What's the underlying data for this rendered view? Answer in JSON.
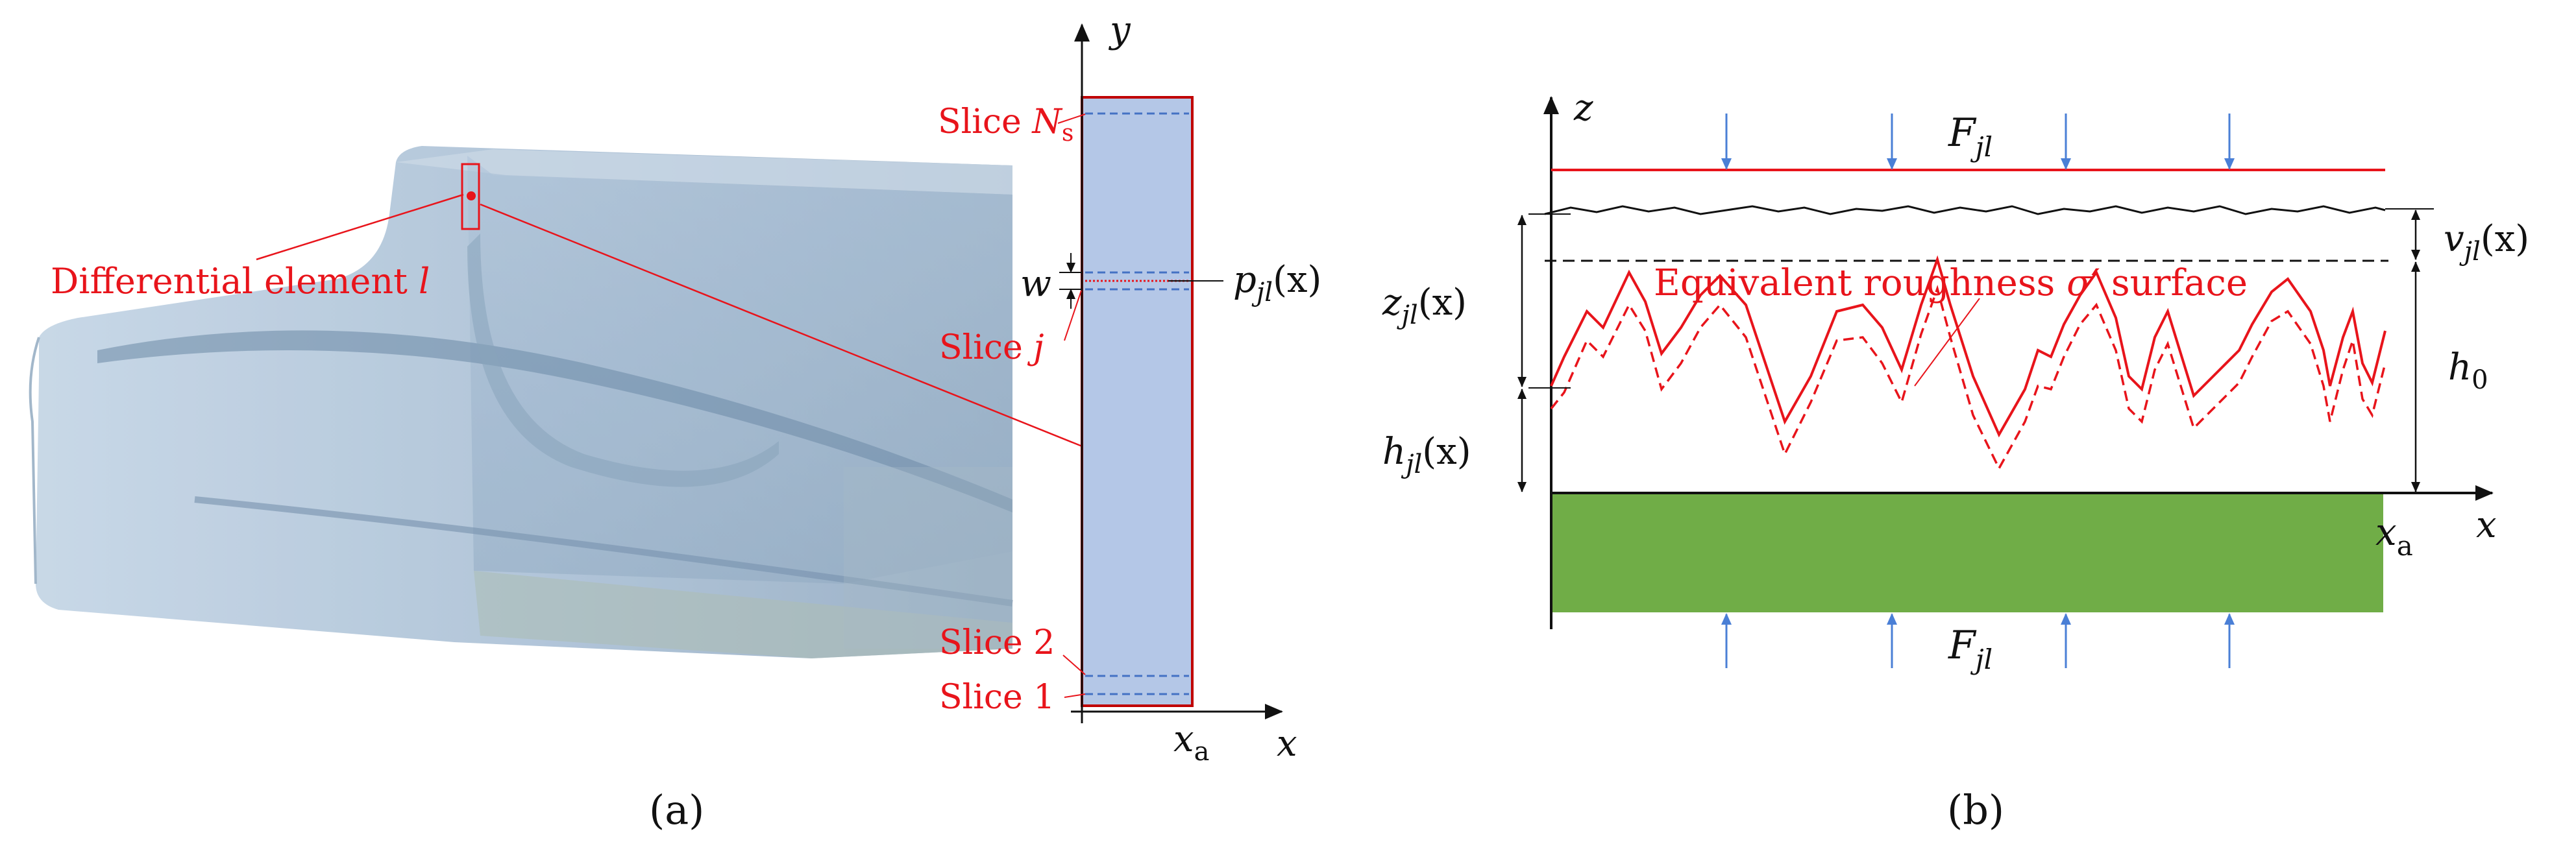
{
  "colors": {
    "red": "#e8141b",
    "blue_dash": "#4472c4",
    "arrow_blue": "#4a7fd6",
    "slice_fill": "#b4c7e7",
    "ground_green": "#70ad47",
    "body_blue": "#8fa9c4"
  },
  "panel_a": {
    "caption": "(a)",
    "axis_y": "y",
    "axis_x": "x",
    "xa": {
      "base": "x",
      "sub": "a"
    },
    "differential_element": {
      "text": "Differential element ",
      "var": "l"
    },
    "slice_ns": {
      "text": "Slice ",
      "var": "N",
      "sub": "s"
    },
    "slice_j": {
      "text": "Slice ",
      "var": "j"
    },
    "slice_2": "Slice 2",
    "slice_1": "Slice 1",
    "w": "w",
    "pressure": {
      "base": "p",
      "sub": "jl",
      "arg": "(x)"
    }
  },
  "panel_b": {
    "caption": "(b)",
    "axis_z": "z",
    "axis_x": "x",
    "xa": {
      "base": "x",
      "sub": "a"
    },
    "force_top": {
      "base": "F",
      "sub": "jl"
    },
    "force_bottom": {
      "base": "F",
      "sub": "jl"
    },
    "equivalent_label": {
      "text": "Equivalent roughness ",
      "var": "σ′",
      "tail": " surface"
    },
    "v": {
      "base": "v",
      "sub": "jl",
      "arg": "(x)"
    },
    "z": {
      "base": "z",
      "sub": "jl",
      "arg": "(x)"
    },
    "h": {
      "base": "h",
      "sub": "jl",
      "arg": "(x)"
    },
    "h0": {
      "base": "h",
      "sub": "0"
    }
  }
}
